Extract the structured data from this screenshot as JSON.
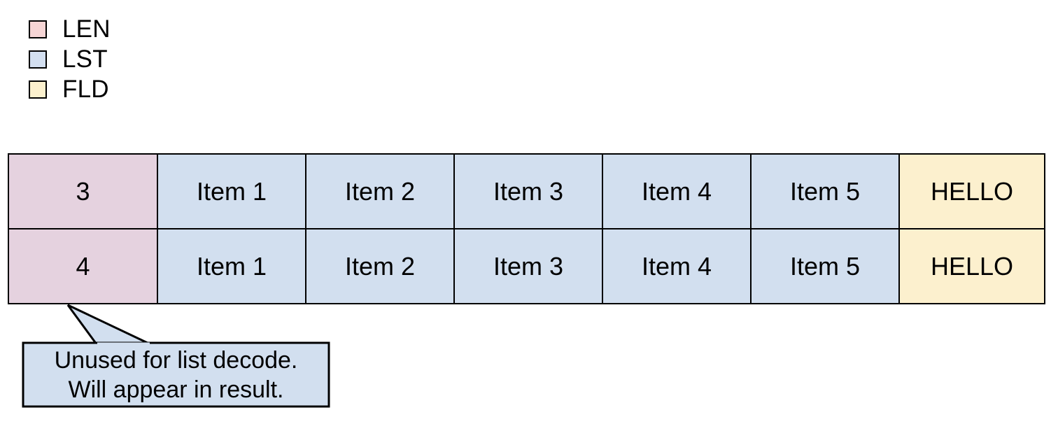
{
  "legend": {
    "items": [
      {
        "label": "LEN",
        "color": "#f6d5d5"
      },
      {
        "label": "LST",
        "color": "#d3dff0"
      },
      {
        "label": "FLD",
        "color": "#fbf0cd"
      }
    ]
  },
  "colors": {
    "len_cell": "#e5d2df",
    "lst_cell": "#d2dfef",
    "fld_cell": "#fcf0ce",
    "callout_fill": "#d2dfef",
    "stroke": "#000000",
    "background": "#ffffff"
  },
  "table": {
    "rows": [
      {
        "len": "3",
        "list": [
          "Item 1",
          "Item 2",
          "Item 3",
          "Item 4",
          "Item 5"
        ],
        "field": "HELLO"
      },
      {
        "len": "4",
        "list": [
          "Item 1",
          "Item 2",
          "Item 3",
          "Item 4",
          "Item 5"
        ],
        "field": "HELLO"
      }
    ]
  },
  "callout": {
    "line1": "Unused for list decode.",
    "line2": "Will appear in result."
  }
}
